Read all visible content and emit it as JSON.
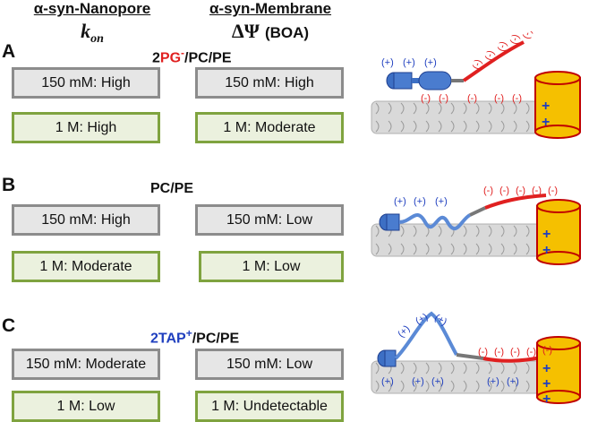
{
  "headers": {
    "left_title": "α-syn-Nanopore",
    "left_sub": "k",
    "left_sub_sub": "on",
    "right_title": "α-syn-Membrane",
    "right_sub": "ΔΨ",
    "right_sub_paren": "(BOA)"
  },
  "sections": [
    {
      "letter": "A",
      "title_prefix": "2",
      "title_ion": "PG",
      "title_charge": "-",
      "title_suffix": "/PC/PE",
      "left": {
        "low_salt": "150 mM: High",
        "high_salt": "1 M: High"
      },
      "right": {
        "low_salt": "150 mM: High",
        "high_salt": "1 M: Moderate"
      },
      "diagram": {
        "pos_labels": [
          "(+)",
          "(+)",
          "(+)"
        ],
        "neg_tail": [
          "(-)",
          "(-)",
          "(-)",
          "(-)",
          "(-)"
        ],
        "neg_surface": [
          "(-)",
          "(-)",
          "(-)",
          "(-)",
          "(-)"
        ],
        "pore_charges": [
          "+",
          "+"
        ]
      }
    },
    {
      "letter": "B",
      "title_prefix": "",
      "title_ion": "",
      "title_charge": "",
      "title_suffix": "PC/PE",
      "left": {
        "low_salt": "150 mM: High",
        "high_salt": "1 M: Moderate"
      },
      "right": {
        "low_salt": "150 mM: Low",
        "high_salt": "1 M: Low"
      },
      "diagram": {
        "pos_labels": [
          "(+)",
          "(+)",
          "(+)"
        ],
        "neg_tail": [
          "(-)",
          "(-)",
          "(-)",
          "(-)",
          "(-)"
        ],
        "pore_charges": [
          "+",
          "+"
        ]
      }
    },
    {
      "letter": "C",
      "title_prefix": "2",
      "title_ion": "TAP",
      "title_charge": "+",
      "title_suffix": "/PC/PE",
      "left": {
        "low_salt": "150 mM: Moderate",
        "high_salt": "1 M: Low"
      },
      "right": {
        "low_salt": "150 mM: Low",
        "high_salt": "1 M: Undetectable"
      },
      "diagram": {
        "pos_labels": [
          "(+)",
          "(+)",
          "(+)"
        ],
        "neg_tail": [
          "(-)",
          "(-)",
          "(-)",
          "(-)",
          "(-)"
        ],
        "pos_surface": [
          "(+)",
          "(+)",
          "(+)",
          "(+)",
          "(+)"
        ],
        "pore_charges": [
          "+",
          "+",
          "+"
        ]
      },
      "colors": {
        "ion": "#1f3fbf"
      }
    }
  ],
  "colors": {
    "pg_red": "#e02020",
    "tap_blue": "#1f3fbf",
    "gray_border": "#8c8c8c",
    "green_border": "#7fa33f",
    "pore_fill": "#f5c000",
    "pore_edge": "#c00000"
  }
}
